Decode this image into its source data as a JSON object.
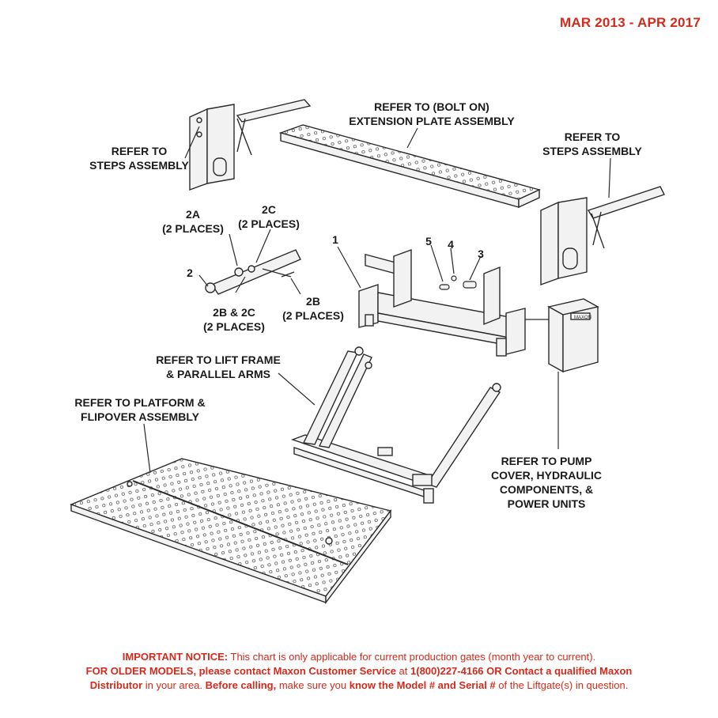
{
  "header": {
    "date_range": "MAR 2013 - APR 2017"
  },
  "labels": {
    "steps_left": [
      "REFER TO",
      "STEPS ASSEMBLY"
    ],
    "extension_plate": [
      "REFER TO (BOLT ON)",
      "EXTENSION PLATE ASSEMBLY"
    ],
    "steps_right": [
      "REFER TO",
      "STEPS ASSEMBLY"
    ],
    "part_2a": [
      "2A",
      "(2 PLACES)"
    ],
    "part_2c": [
      "2C",
      "(2 PLACES)"
    ],
    "part_2": "2",
    "part_2b2c": [
      "2B & 2C",
      "(2 PLACES)"
    ],
    "part_2b": [
      "2B",
      "(2 PLACES)"
    ],
    "part_1": "1",
    "part_5": "5",
    "part_4": "4",
    "part_3": "3",
    "lift_frame": [
      "REFER TO LIFT FRAME",
      "& PARALLEL ARMS"
    ],
    "platform": [
      "REFER TO PLATFORM &",
      "FLIPOVER ASSEMBLY"
    ],
    "pump": [
      "REFER TO PUMP",
      "COVER, HYDRAULIC",
      "COMPONENTS, &",
      "POWER UNITS"
    ]
  },
  "pump_box_brand": "MAXON",
  "notice": {
    "l1_b": "IMPORTANT NOTICE:",
    "l1_t": " This chart is only applicable for current production gates (month year to current).",
    "l2_b": "FOR OLDER MODELS, please contact Maxon Customer Service",
    "l2_t": " at ",
    "l2_b2": "1(800)227-4166 OR Contact a qualified Maxon",
    "l3_b": "Distributor",
    "l3_t": " in your area. ",
    "l3_b2": "Before calling,",
    "l3_t2": " make sure you ",
    "l3_b3": "know the Model # and Serial #",
    "l3_t3": " of the Liftgate(s) in question."
  },
  "colors": {
    "accent": "#d42a1c",
    "line": "#2a2a2a",
    "fill": "#f2f2f2"
  }
}
